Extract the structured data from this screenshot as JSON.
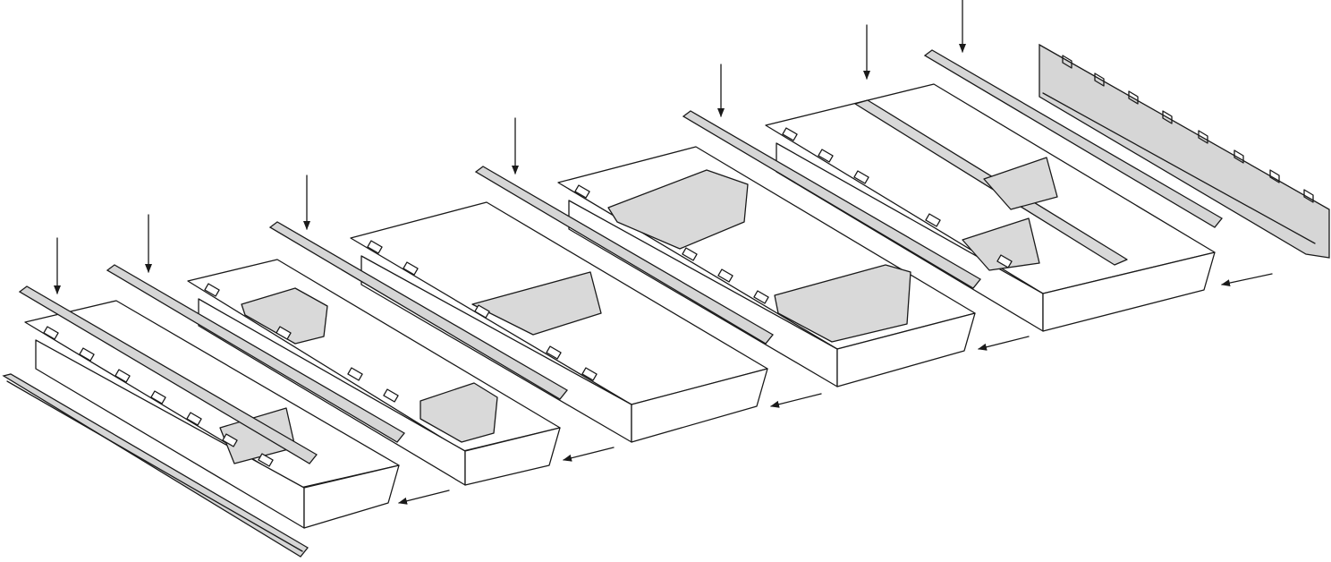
{
  "diagram": {
    "tray_count": 6,
    "side_rails": 2,
    "down_arrows_per_tray": 1,
    "slide_in_arrows_per_tray": 1,
    "colors": {
      "outline": "#1a1a1a",
      "insert": "#d9d9d9",
      "rail": "#d6d6d6",
      "background": "#ffffff"
    },
    "trays": [
      {
        "insert": "single-divider"
      },
      {
        "insert": "cutlery-holders"
      },
      {
        "insert": "single-divider"
      },
      {
        "insert": "cutlery-holders"
      },
      {
        "insert": "long-divider-with-cross-dividers"
      },
      {
        "insert": "none"
      }
    ]
  }
}
